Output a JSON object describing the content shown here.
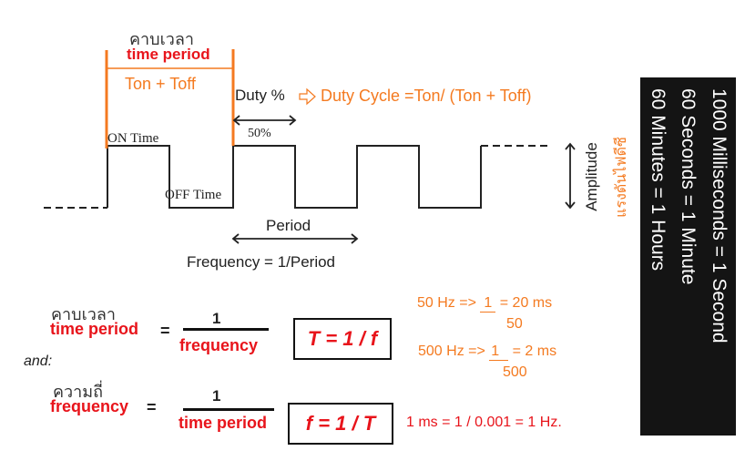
{
  "top": {
    "thai_time_period": "คาบเวลา",
    "time_period": "time period",
    "ton_toff": "Ton + Toff",
    "duty_pct": "Duty %",
    "duty_cycle": "Duty Cycle =Ton/ (Ton + Toff)",
    "fifty_pct": "50%",
    "on_time": "ON Time",
    "off_time": "OFF Time",
    "period": "Period",
    "frequency_eq": "Frequency = 1/Period",
    "amplitude": "Amplitude",
    "thai_amplitude": "แรงดันไฟดีซี"
  },
  "formulas": {
    "thai_time_period": "คาบเวลา",
    "time_period_label": "time period",
    "equals": "=",
    "numerator": "1",
    "frequency_denominator": "frequency",
    "t_formula": "T = 1 / f",
    "and": "and:",
    "thai_frequency": "ความถี่",
    "frequency_label": "frequency",
    "time_period_denominator": "time period",
    "f_formula": "f = 1 / T"
  },
  "examples": {
    "ex1_left": "50 Hz  =>",
    "ex1_num": "1",
    "ex1_right": "= 20 ms",
    "ex1_den": "50",
    "ex2_left": "500 Hz =>",
    "ex2_num": "1",
    "ex2_right": "= 2 ms",
    "ex2_den": "500",
    "ms_line": "1 ms = 1 / 0.001 = 1 Hz."
  },
  "panel": {
    "line1": "1000 Milliseconds = 1 Second",
    "line2": "60 Seconds = 1 Minute",
    "line3": "60 Minutes = 1 Hours"
  },
  "colors": {
    "red": "#e8141b",
    "orange": "#f47a20",
    "panel": "#141414"
  }
}
